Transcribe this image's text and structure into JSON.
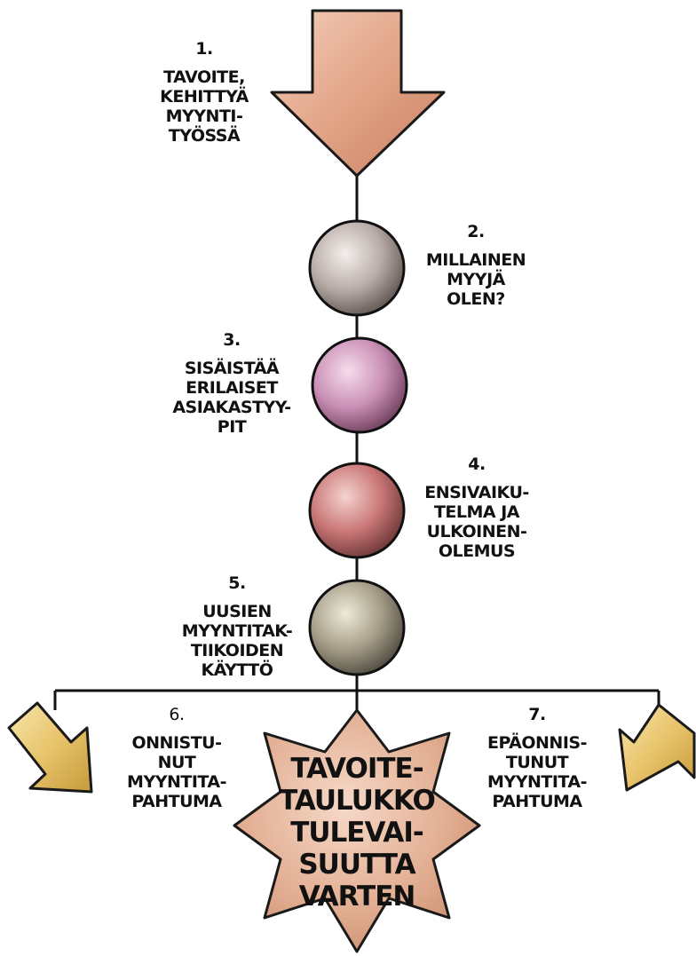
{
  "steps": [
    {
      "number": "1.",
      "lines": [
        "TAVOITE,",
        "KEHITTYÄ",
        "MYYNTI-",
        "TYÖSSÄ"
      ]
    },
    {
      "number": "2.",
      "lines": [
        "MILLAINEN",
        "MYYJÄ",
        "OLEN?"
      ]
    },
    {
      "number": "3.",
      "lines": [
        "SISÄISTÄÄ",
        "ERILAISET",
        "ASIAKASTYY-",
        "PIT"
      ]
    },
    {
      "number": "4.",
      "lines": [
        "ENSIVAIKU-",
        "TELMA JA",
        "ULKOINEN-",
        "OLEMUS"
      ]
    },
    {
      "number": "5.",
      "lines": [
        "UUSIEN",
        "MYYNTITAK-",
        "TIIKOIDEN",
        "KÄYTTÖ"
      ]
    },
    {
      "number": "6.",
      "lines": [
        "ONNISTU-",
        "NUT",
        "MYYNTITA-",
        "PAHTUMA"
      ]
    },
    {
      "number": "7.",
      "lines": [
        "EPÄONNIS-",
        "TUNUT",
        "MYYNTITA-",
        "PAHTUMA"
      ]
    }
  ],
  "center": {
    "lines": [
      "TAVOITE-",
      "TAULUKKO",
      "TULEVAI-",
      "SUUTTA",
      "VARTEN"
    ]
  },
  "colors": {
    "arrow": "#d9967a",
    "sphere2": "#b7aaa6",
    "sphere3": "#c890b3",
    "sphere4": "#c97a7a",
    "sphere5": "#a8a08c",
    "side_arrows": "#e9c873",
    "star": "#dba58a",
    "line": "#111111"
  }
}
